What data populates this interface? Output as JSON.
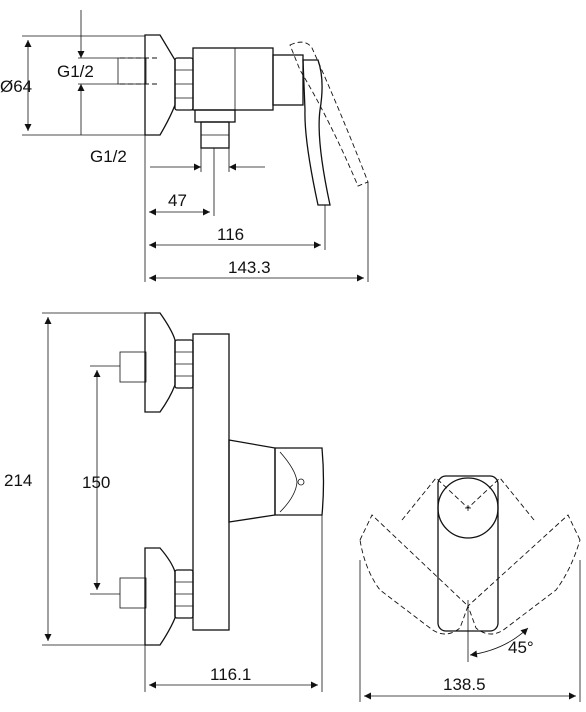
{
  "labels": {
    "diameter": "Ø64",
    "thread_top": "G1/2",
    "thread_bottom": "G1/2",
    "dim_47": "47",
    "dim_116": "116",
    "dim_143_3": "143.3",
    "dim_214": "214",
    "dim_150": "150",
    "dim_116_1": "116.1",
    "dim_138_5": "138.5",
    "angle": "45°"
  }
}
